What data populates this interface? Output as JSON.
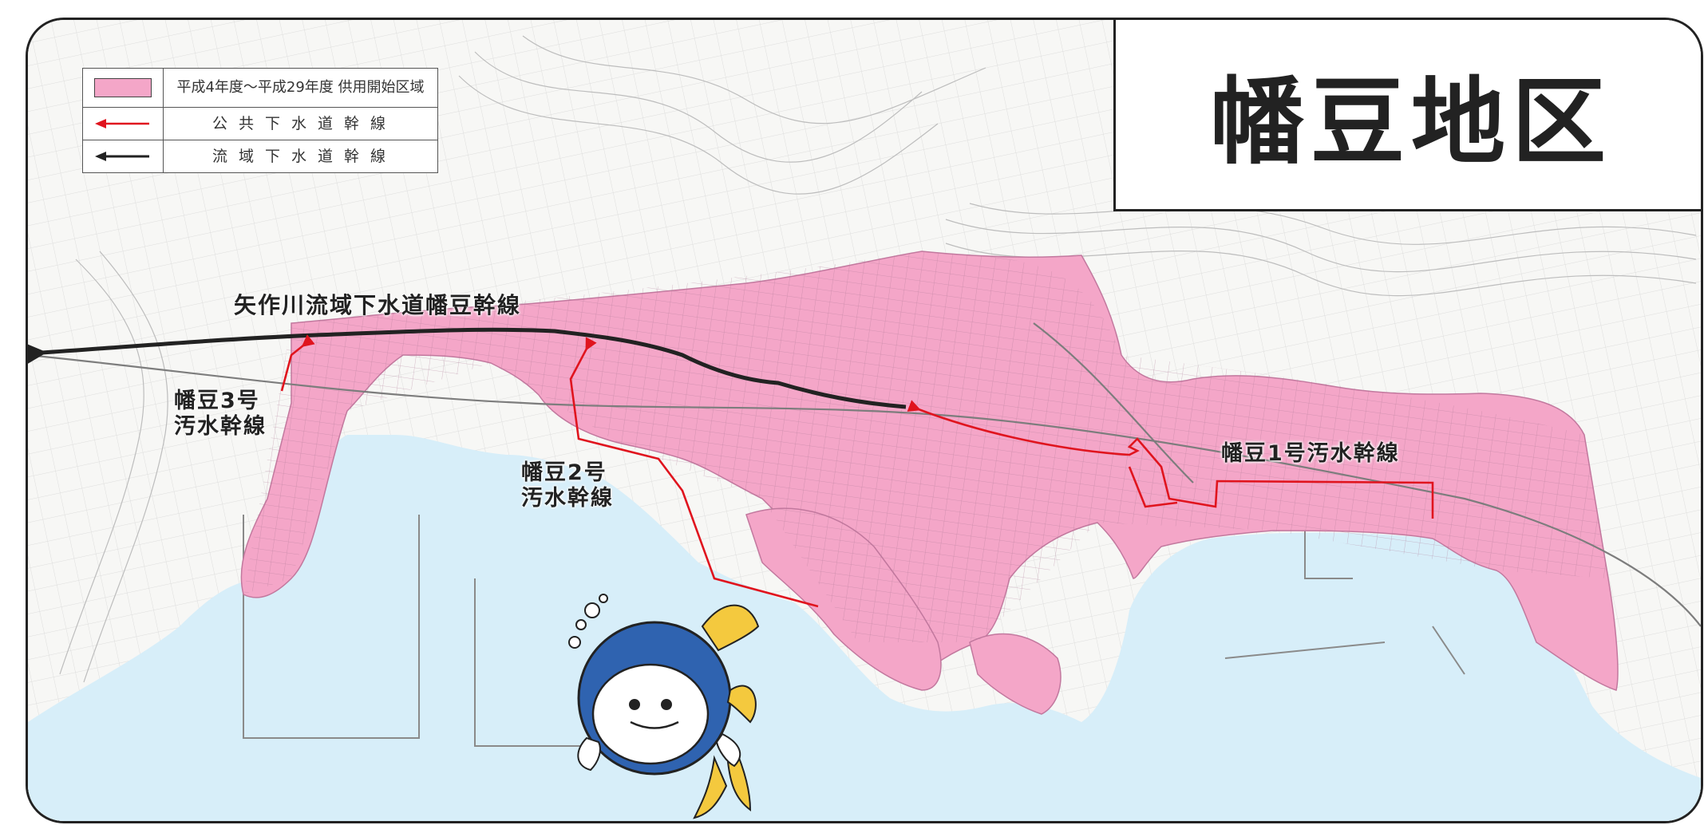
{
  "map": {
    "title": "幡豆地区",
    "legend": {
      "items": [
        {
          "symbol": "pink-area",
          "label": "平成4年度～平成29年度 供用開始区域"
        },
        {
          "symbol": "red-arrow",
          "label": "公共下水道幹線"
        },
        {
          "symbol": "black-arrow",
          "label": "流域下水道幹線"
        }
      ]
    },
    "labels": {
      "trunk_main": "矢作川流域下水道幡豆幹線",
      "trunk_3_line1": "幡豆3号",
      "trunk_3_line2": "汚水幹線",
      "trunk_2_line1": "幡豆2号",
      "trunk_2_line2": "汚水幹線",
      "trunk_1": "幡豆1号汚水幹線"
    },
    "colors": {
      "service_area": "#f4a6c8",
      "public_sewer": "#e0141e",
      "regional_sewer": "#222222",
      "sea": "#d7eef9",
      "land": "#f7f7f5"
    },
    "icons": [
      "mascot-fish-icon"
    ]
  }
}
